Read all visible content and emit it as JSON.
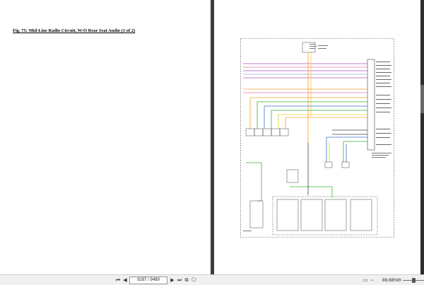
{
  "document": {
    "figure_title": "Fig. 75: Mid-Line Radio Circuit, W/O Rear Seat Audio (1 of 2)"
  },
  "toolbar": {
    "page_display": "9287 / 9489",
    "zoom": "89.68%"
  },
  "icons": {
    "first_page": "skip-back-icon",
    "prev_page": "arrow-left-icon",
    "next_page": "arrow-right-icon",
    "last_page": "skip-forward-icon",
    "copy": "copy-icon",
    "comment": "comment-icon",
    "fit_page": "fit-page-icon",
    "fit_width": "fit-width-icon",
    "zoom_out": "zoom-out-icon"
  },
  "colors": {
    "wire_purple": "#b04fc8",
    "wire_orange": "#f0a030",
    "wire_green": "#3fae3f",
    "wire_blue": "#3a6fd0",
    "wire_yellow": "#e8d12a",
    "wire_pink": "#e07aa0"
  }
}
